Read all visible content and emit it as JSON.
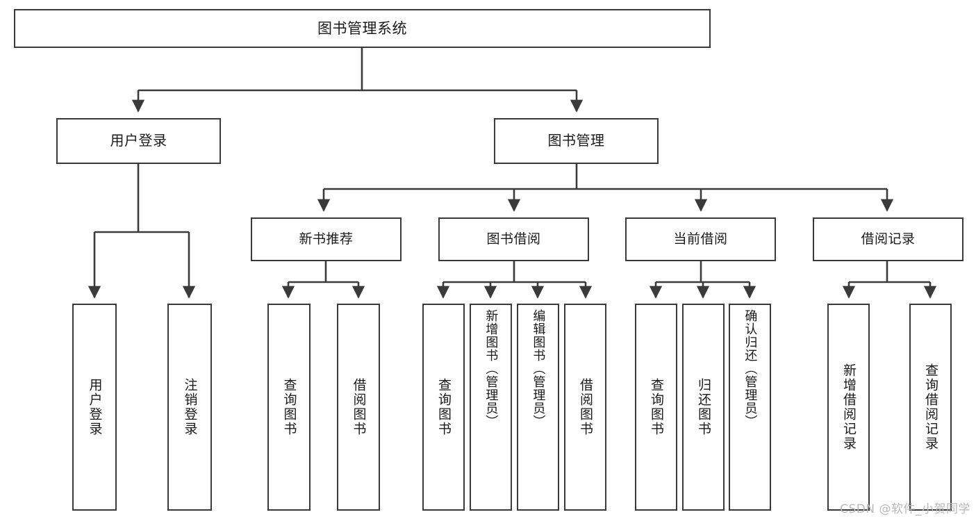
{
  "diagram": {
    "title": "图书管理系统",
    "type": "tree-hierarchy-chart",
    "watermark": "CSDN @软件_小贺同学",
    "colors": {
      "box_border": "#3a3a3a",
      "box_fill": "#ffffff",
      "connector": "#3a3a3a",
      "text": "#1a1a1a",
      "watermark": "#b9b9b9",
      "background": "#ffffff"
    },
    "root": {
      "label": "图书管理系统"
    },
    "level1": [
      {
        "id": "user-login",
        "label": "用户登录"
      },
      {
        "id": "book-manage",
        "label": "图书管理"
      }
    ],
    "level2": [
      {
        "id": "new-book-recommend",
        "label": "新书推荐",
        "parent": "book-manage"
      },
      {
        "id": "book-borrow",
        "label": "图书借阅",
        "parent": "book-manage"
      },
      {
        "id": "current-borrow",
        "label": "当前借阅",
        "parent": "book-manage"
      },
      {
        "id": "borrow-record",
        "label": "借阅记录",
        "parent": "book-manage"
      }
    ],
    "leaves": {
      "user_login": [
        {
          "id": "leaf-user-login",
          "label": "用户登录"
        },
        {
          "id": "leaf-logout-login",
          "label": "注销登录"
        }
      ],
      "new_book_recommend": [
        {
          "id": "leaf-query-book-1",
          "label": "查询图书"
        },
        {
          "id": "leaf-borrow-book-1",
          "label": "借阅图书"
        }
      ],
      "book_borrow": [
        {
          "id": "leaf-query-book-2",
          "label": "查询图书"
        },
        {
          "id": "leaf-add-book",
          "label": "新增图书（管理员）"
        },
        {
          "id": "leaf-edit-book",
          "label": "编辑图书（管理员）"
        },
        {
          "id": "leaf-borrow-book-2",
          "label": "借阅图书"
        }
      ],
      "current_borrow": [
        {
          "id": "leaf-query-book-3",
          "label": "查询图书"
        },
        {
          "id": "leaf-return-book",
          "label": "归还图书"
        },
        {
          "id": "leaf-confirm-return",
          "label": "确认归还（管理员）"
        }
      ],
      "borrow_record": [
        {
          "id": "leaf-add-record",
          "label": "新增借阅记录"
        },
        {
          "id": "leaf-query-record",
          "label": "查询借阅记录"
        }
      ]
    }
  }
}
